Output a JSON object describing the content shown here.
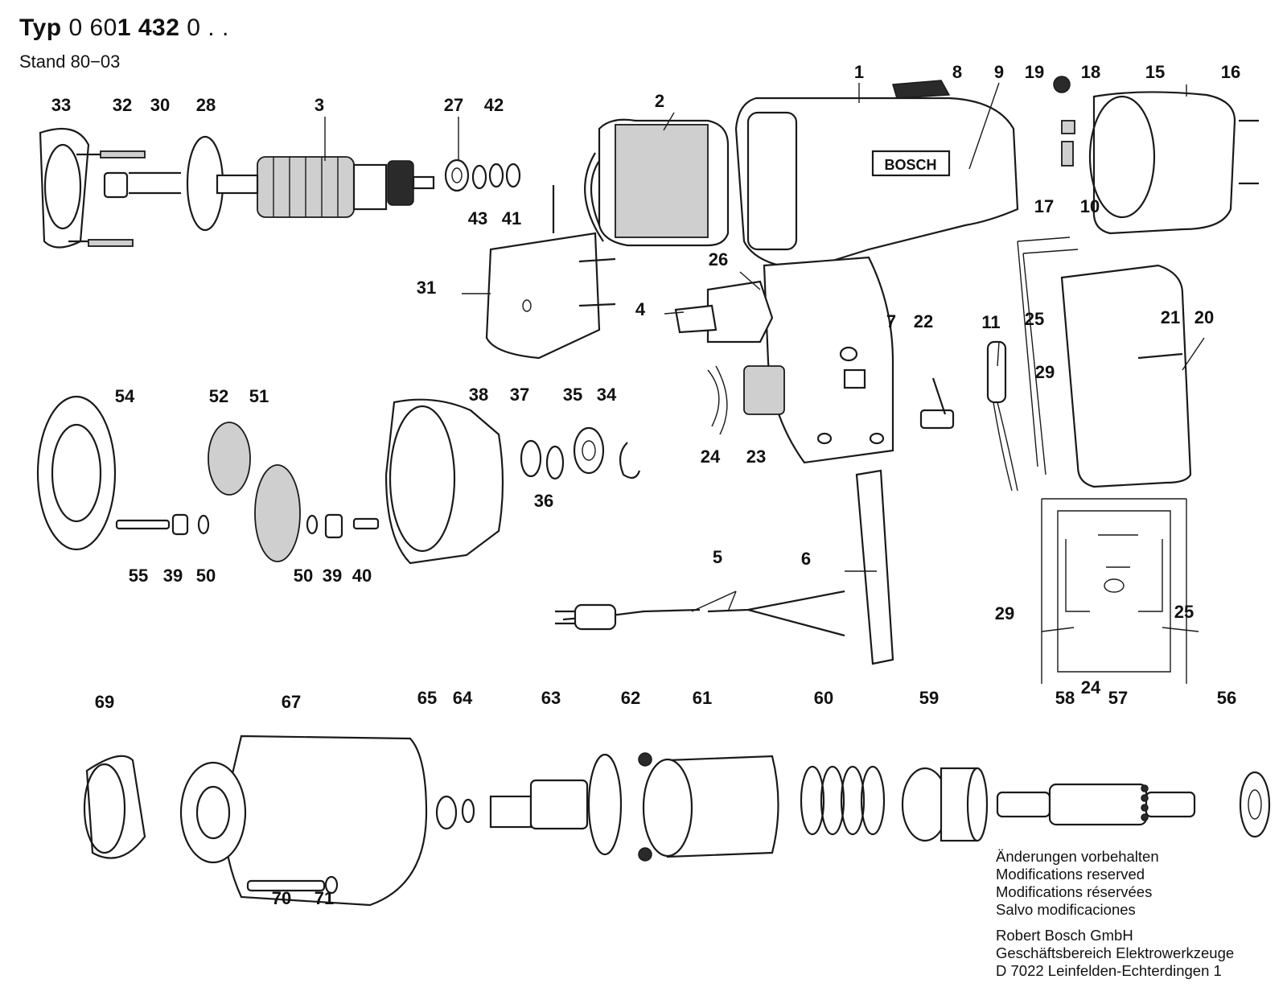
{
  "header": {
    "typ_label": "Typ",
    "typ_number_part1": "0 60",
    "typ_number_part2": "1 432",
    "typ_number_part3": " 0 . .",
    "stand": "Stand 80−03"
  },
  "brand_text": "BOSCH",
  "notes": {
    "lines": [
      "Änderungen vorbehalten",
      "Modifications reserved",
      "Modifications réservées",
      "Salvo modificaciones"
    ],
    "company": [
      "Robert Bosch GmbH",
      "Geschäftsbereich Elektrowerkzeuge",
      "D 7022 Leinfelden-Echterdingen 1"
    ]
  },
  "part_labels": [
    "1",
    "2",
    "3",
    "4",
    "5",
    "6",
    "7",
    "8",
    "9",
    "10",
    "11",
    "15",
    "16",
    "17",
    "18",
    "19",
    "20",
    "21",
    "22",
    "23",
    "24",
    "24",
    "25",
    "25",
    "26",
    "27",
    "28",
    "29",
    "29",
    "30",
    "31",
    "32",
    "33",
    "34",
    "35",
    "36",
    "37",
    "38",
    "39",
    "39",
    "40",
    "41",
    "42",
    "43",
    "50",
    "50",
    "51",
    "52",
    "54",
    "55",
    "56",
    "57",
    "58",
    "59",
    "60",
    "61",
    "62",
    "63",
    "64",
    "65",
    "67",
    "69",
    "70",
    "71"
  ]
}
